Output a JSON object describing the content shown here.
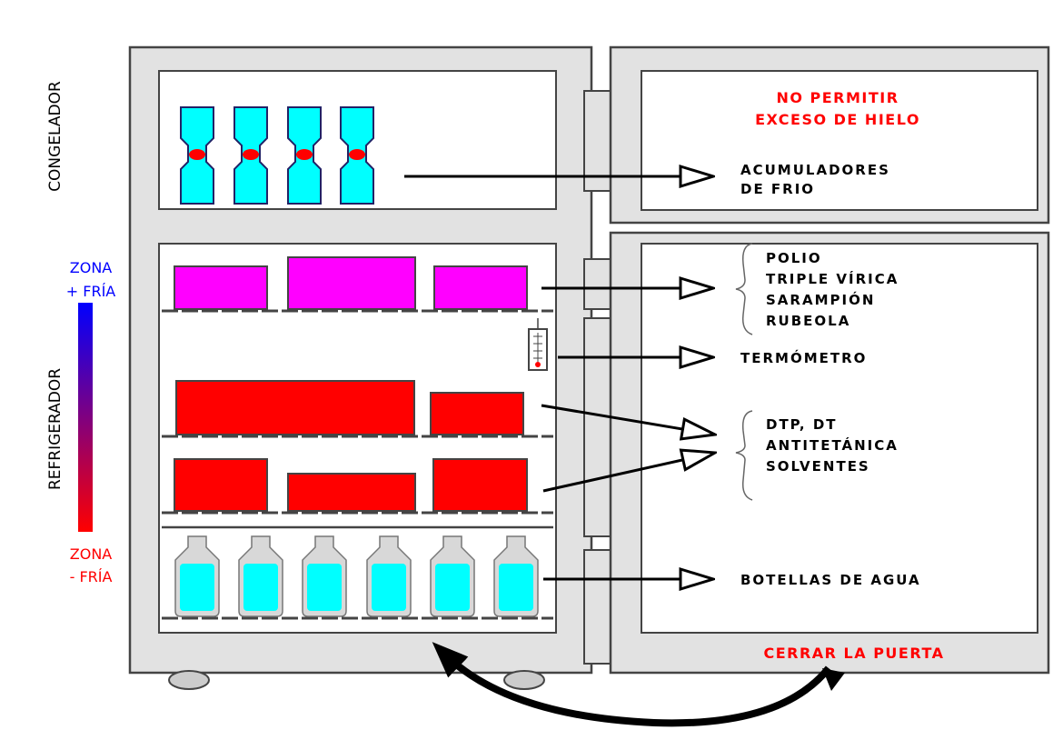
{
  "labels": {
    "freezer": "CONGELADOR",
    "fridge": "REFRIGERADOR",
    "zone_cold_word": "ZONA",
    "zone_cold_sub": "+ FRÍA",
    "zone_warm_word": "ZONA",
    "zone_warm_sub": "- FRÍA",
    "warning_line1": "NO PERMITIR",
    "warning_line2": "EXCESO DE HIELO",
    "accumulators_line1": "ACUMULADORES",
    "accumulators_line2": "DE FRIO",
    "vaccines1": [
      "POLIO",
      "TRIPLE VÍRICA",
      "SARAMPIÓN",
      "RUBEOLA"
    ],
    "thermometer": "TERMÓMETRO",
    "vaccines2": [
      "DTP,  DT",
      "ANTITETÁNICA",
      "SOLVENTES"
    ],
    "water": "BOTELLAS DE AGUA",
    "close_door": "CERRAR LA PUERTA"
  },
  "colors": {
    "accumulator": "#00ffff",
    "magenta_box": "#ff00ff",
    "red_box": "#ff0000",
    "bottle": "#00ffff",
    "cold": "#0000ff",
    "warm": "#ff0000",
    "warning_text": "#ff0000",
    "fridge_body": "#e0e0e0"
  }
}
